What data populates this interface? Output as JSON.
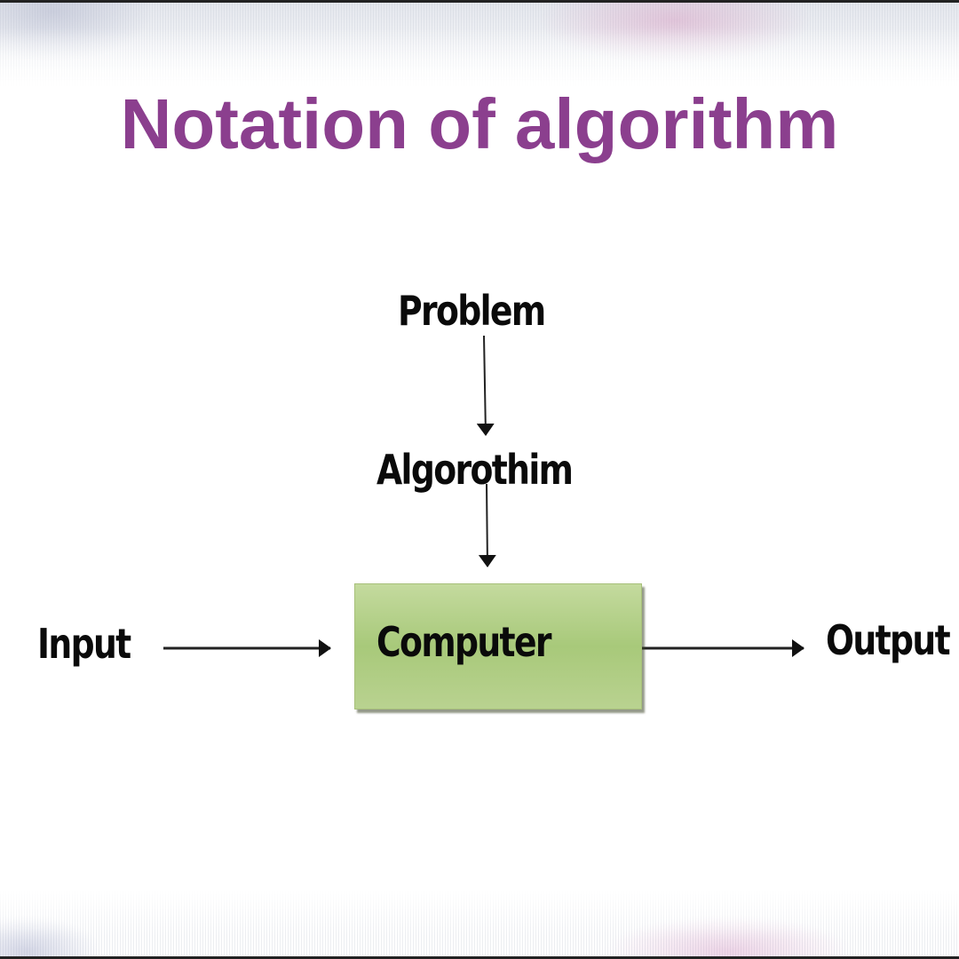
{
  "slide": {
    "title": "Notation of algorithm",
    "title_color": "#8b3f8e"
  },
  "diagram": {
    "nodes": {
      "problem": "Problem",
      "algorithm": "Algorothim",
      "computer": "Computer",
      "input": "Input",
      "output": "Output"
    },
    "computer_box_color": "#a8c97a",
    "edges": [
      {
        "from": "Problem",
        "to": "Algorothim"
      },
      {
        "from": "Algorothim",
        "to": "Computer"
      },
      {
        "from": "Input",
        "to": "Computer"
      },
      {
        "from": "Computer",
        "to": "Output"
      }
    ]
  }
}
